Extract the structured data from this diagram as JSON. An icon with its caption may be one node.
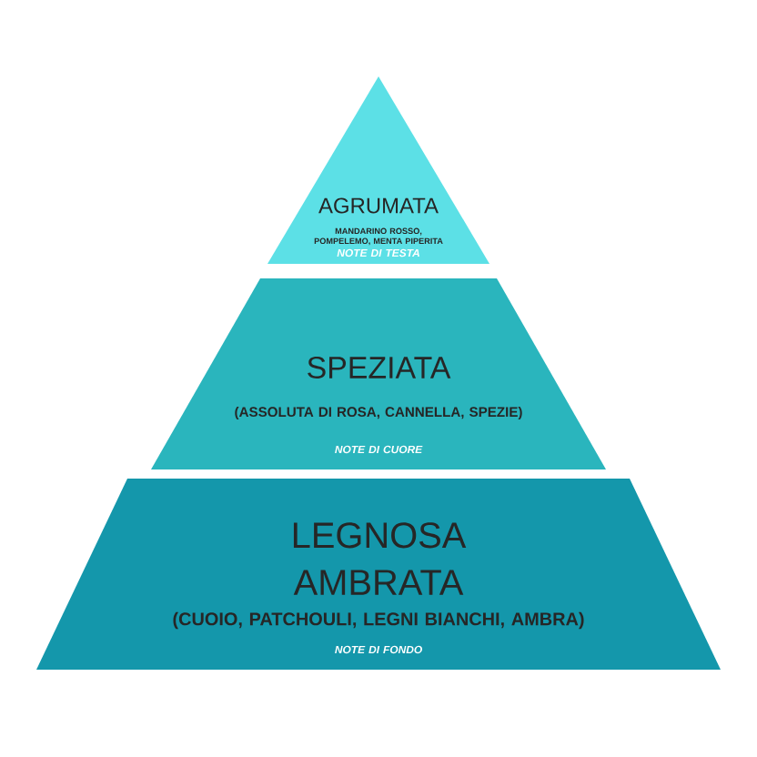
{
  "diagram": {
    "nodes": [
      {
        "text": [
          "AGRUMATA",
          "MANDARINO ROSSO, POMPELEMO, MENTA PIPERITA",
          "NOTE DI TESTA"
        ]
      },
      {
        "text": [
          "SPEZIATA",
          "(ASSOLUTA DI ROSA, CANNELLA, SPEZIE)",
          "NOTE DI CUORE"
        ]
      },
      {
        "text": [
          "LEGNOSA AMBRATA",
          "(CUOIO, PATCHOULI, LEGNI BIANCHI, AMBRA)",
          "NOTE DI FONDO"
        ]
      }
    ]
  }
}
